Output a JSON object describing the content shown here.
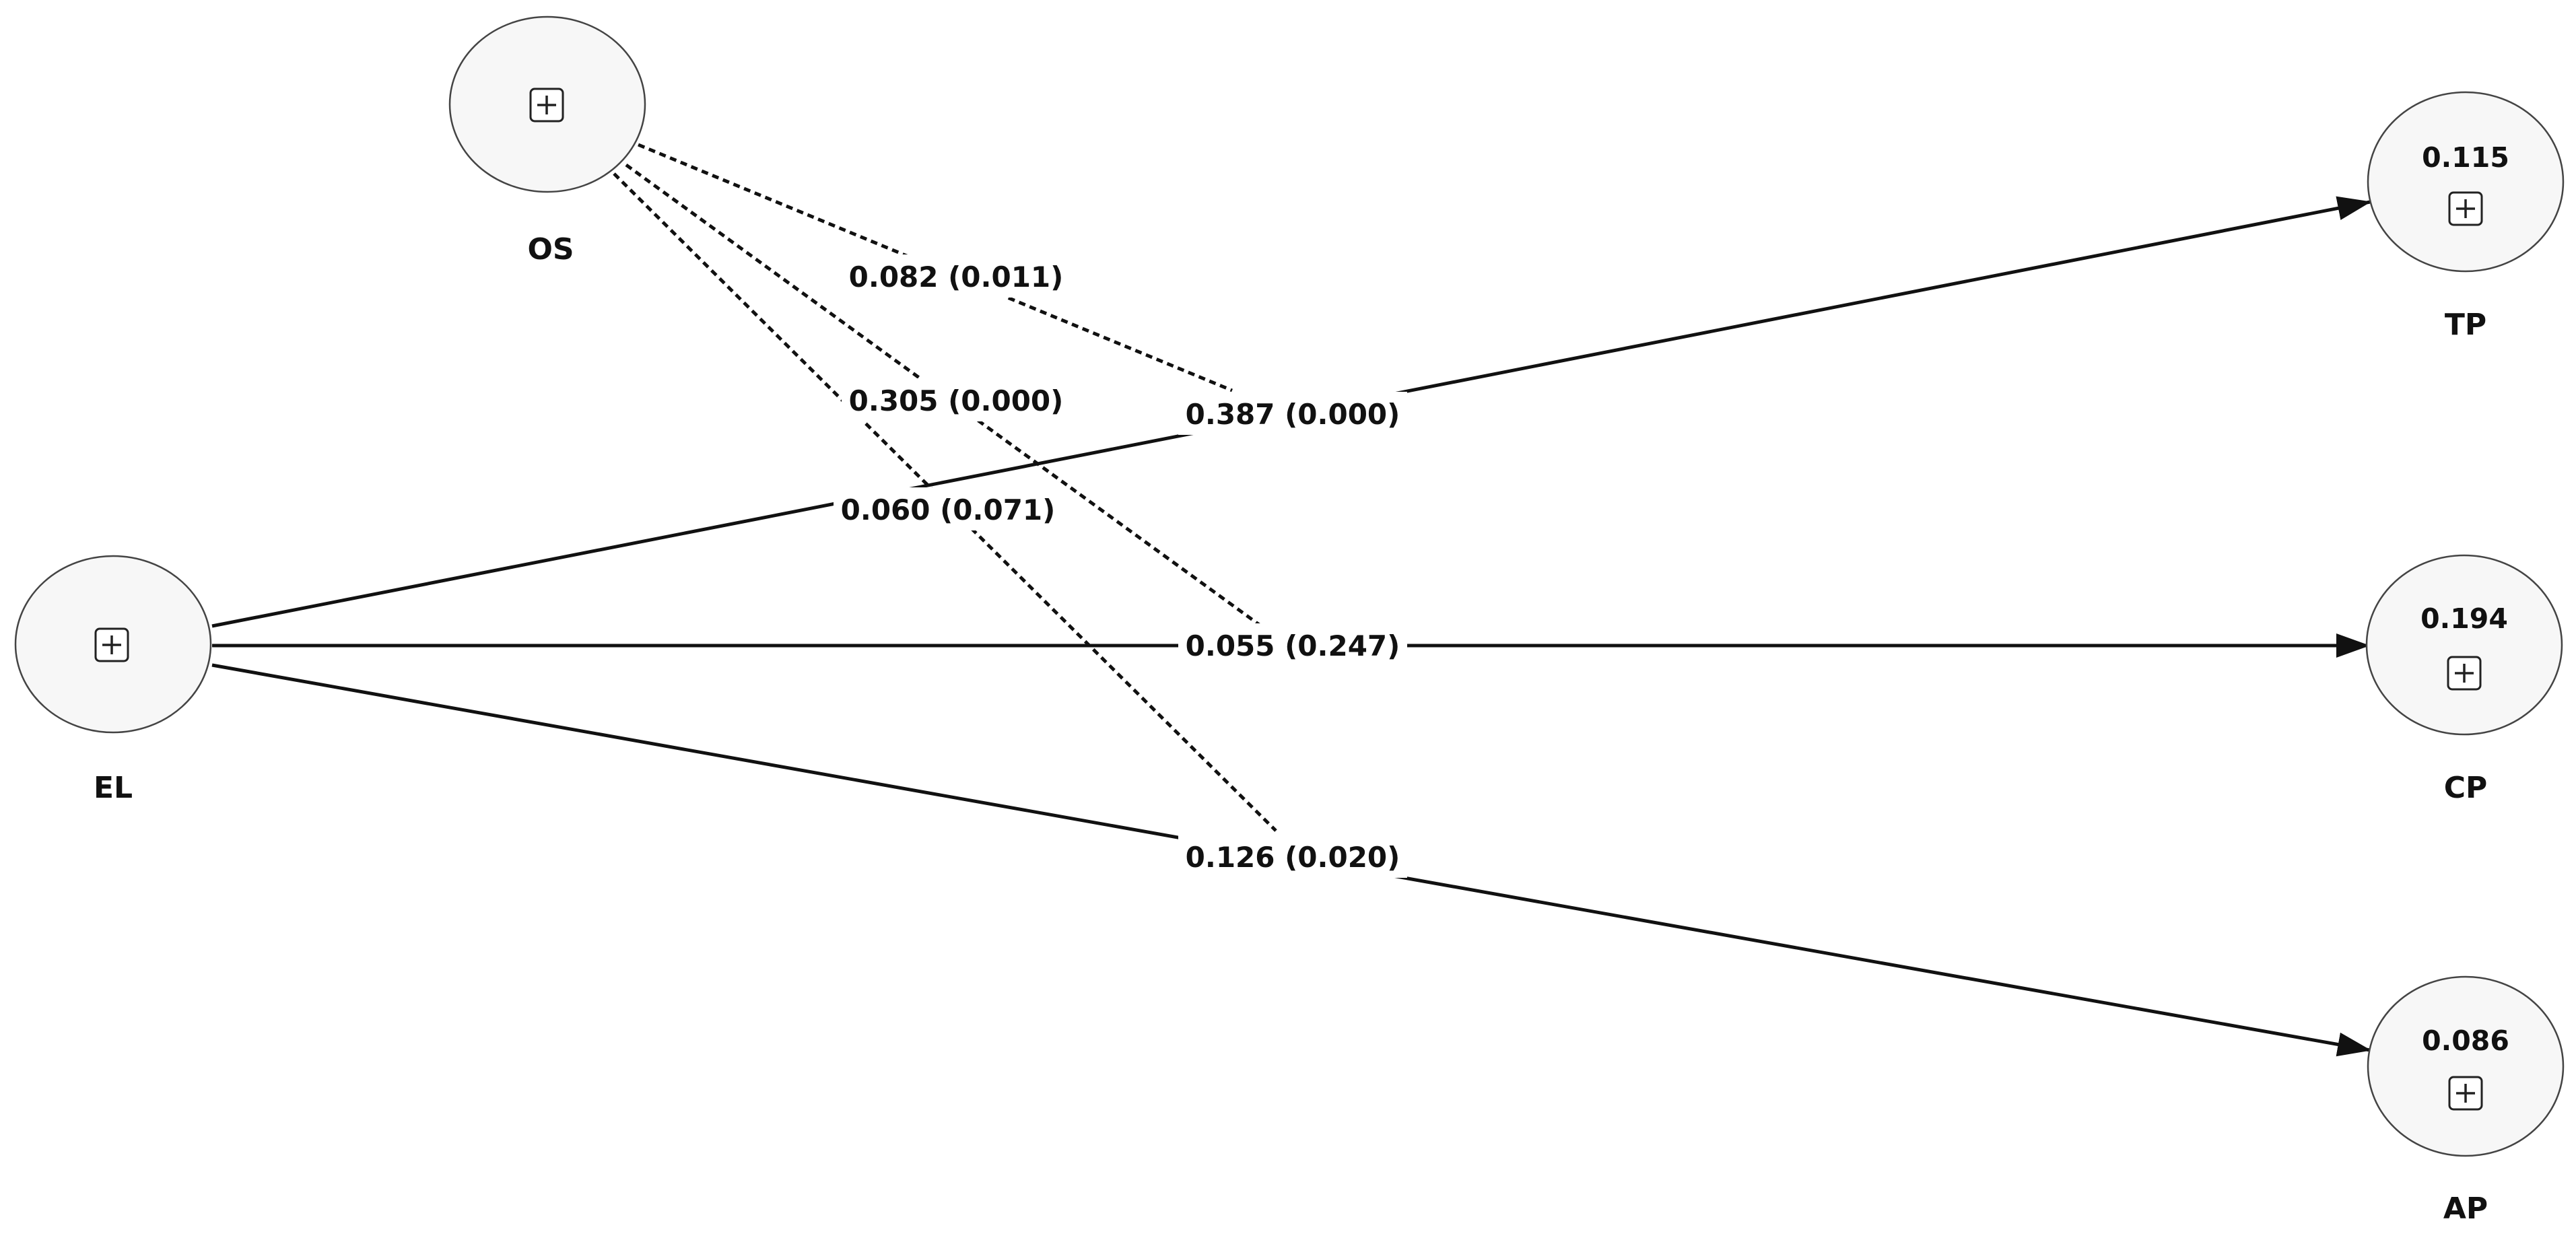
{
  "nodes": {
    "os": {
      "name": "OS",
      "r2": ""
    },
    "el": {
      "name": "EL",
      "r2": ""
    },
    "tp": {
      "name": "TP",
      "r2": "0.115"
    },
    "cp": {
      "name": "CP",
      "r2": "0.194"
    },
    "ap": {
      "name": "AP",
      "r2": "0.086"
    }
  },
  "paths": {
    "el_tp": {
      "from": "EL",
      "to": "TP",
      "style": "solid",
      "label": "0.387 (0.000)"
    },
    "el_cp": {
      "from": "EL",
      "to": "CP",
      "style": "solid",
      "label": "0.055 (0.247)"
    },
    "el_ap": {
      "from": "EL",
      "to": "AP",
      "style": "solid",
      "label": "0.126 (0.020)"
    },
    "os_tp": {
      "from": "OS",
      "to": "EL→TP path",
      "style": "dashed",
      "label": "0.082 (0.011)"
    },
    "os_cp": {
      "from": "OS",
      "to": "EL→CP path",
      "style": "dashed",
      "label": "0.305 (0.000)"
    },
    "os_ap": {
      "from": "OS",
      "to": "EL→AP path",
      "style": "dashed",
      "label": "0.060 (0.071)"
    }
  },
  "icons": {
    "expand": "plus-square-icon"
  }
}
